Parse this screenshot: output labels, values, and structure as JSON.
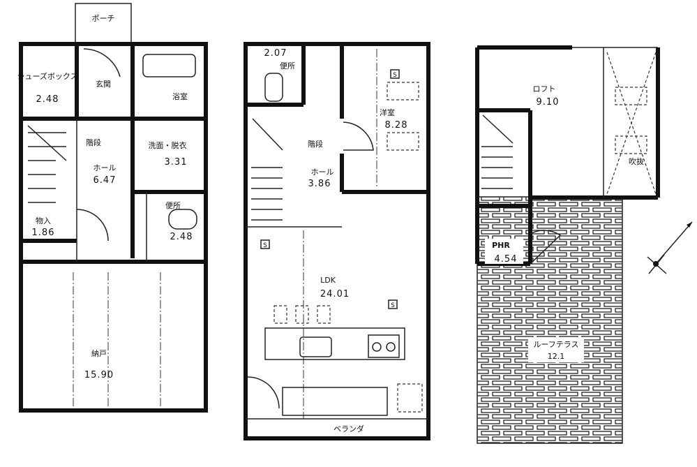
{
  "floor1": {
    "porch": "ポーチ",
    "shoe_box": {
      "name": "シューズボックス",
      "area": "2.48"
    },
    "entrance": "玄関",
    "bath": "浴室",
    "stairs": "階段",
    "hall": {
      "name": "ホール",
      "area": "6.47"
    },
    "washroom": {
      "name": "洗面・脱衣",
      "area": "3.31"
    },
    "toilet": {
      "name": "便所",
      "area": "2.48"
    },
    "storage": {
      "name": "物入",
      "area": "1.86"
    },
    "closet": {
      "name": "納戸",
      "area": "15.90"
    }
  },
  "floor2": {
    "toilet": {
      "name": "便所",
      "area": "2.07"
    },
    "bedroom": {
      "name": "洋室",
      "area": "8.28"
    },
    "stairs": "階段",
    "hall": {
      "name": "ホール",
      "area": "3.86"
    },
    "ldk": {
      "name": "LDK",
      "area": "24.01"
    },
    "balcony": "ベランダ",
    "s_mark": "S"
  },
  "floor3": {
    "loft": {
      "name": "ロフト",
      "area": "9.10"
    },
    "void": "吹抜",
    "phr": {
      "name": "PHR",
      "area": "4.54"
    },
    "roof_terrace": {
      "name": "ルーフテラス",
      "area": "12.1"
    }
  },
  "icons": {
    "north": "north-arrow-icon"
  }
}
